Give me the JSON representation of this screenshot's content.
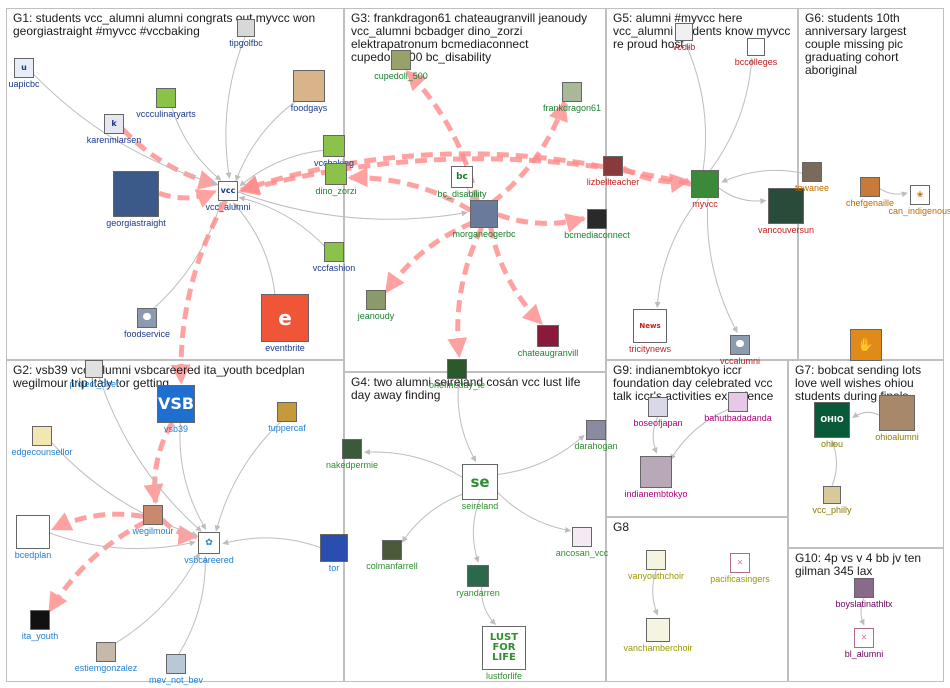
{
  "colors": {
    "edge": "#bdbdbd",
    "edge_strong": "#ff8a8a",
    "box_border": "#bfbfbf",
    "groups": {
      "G1": "#1b3a8a",
      "G2": "#1f7fd1",
      "G3": "#1a7f2f",
      "G4": "#2f8f2f",
      "G5": "#c41e1e",
      "G6": "#c06b00",
      "G7": "#8a7a00",
      "G8": "#9a9a00",
      "G9": "#b0007a",
      "G10": "#6a005f"
    }
  },
  "groups": [
    {
      "id": "G1",
      "title": "G1: students vcc_alumni alumni congrats out myvcc won georgiastraight #myvcc #vccbaking"
    },
    {
      "id": "G2",
      "title": "G2: vsb39 vcc_alumni vsbcareered ita_youth bcedplan wegilmour trip italy tor getting"
    },
    {
      "id": "G3",
      "title": "G3: frankdragon61 chateaugranvill jeanoudy vcc_alumni bcbadger dino_zorzi elektrapatronum bcmediaconnect cupedoll_500 bc_disability"
    },
    {
      "id": "G4",
      "title": "G4: two alumni seireland cosán vcc lust life day away finding"
    },
    {
      "id": "G5",
      "title": "G5: alumni #myvcc here vcc_alumni students know myvcc re proud host"
    },
    {
      "id": "G6",
      "title": "G6: students 10th anniversary largest couple missing pic graduating cohort aboriginal"
    },
    {
      "id": "G7",
      "title": "G7: bobcat sending lots love well wishes ohiou students during finals"
    },
    {
      "id": "G8",
      "title": "G8"
    },
    {
      "id": "G9",
      "title": "G9: indianembtokyo iccr foundation day celebrated vcc talk iccr's activities experience"
    },
    {
      "id": "G10",
      "title": "G10: 4p vs v 4 bb jv ten gilman 345 lax"
    }
  ],
  "nodes": [
    {
      "id": "tipgolfbc",
      "label": "tipgolfbc",
      "group": "G1",
      "icon": "photo-icon",
      "icon_color": "#d8d8d8",
      "mark": ""
    },
    {
      "id": "uapicbc",
      "label": "uapicbc",
      "group": "G1",
      "icon": "logo-icon",
      "icon_color": "#e8eef8",
      "mark": "u"
    },
    {
      "id": "vccculinaryarts",
      "label": "vccculinaryarts",
      "group": "G1",
      "icon": "logo-icon",
      "icon_color": "#8bc34a",
      "mark": ""
    },
    {
      "id": "foodgays",
      "label": "foodgays",
      "group": "G1",
      "icon": "photo-icon",
      "icon_color": "#d9b48a",
      "mark": ""
    },
    {
      "id": "karenmlarsen",
      "label": "karenmlarsen",
      "group": "G1",
      "icon": "logo-icon",
      "icon_color": "#e6e6f0",
      "mark": "k"
    },
    {
      "id": "vccbaking",
      "label": "vccbaking",
      "group": "G1",
      "icon": "logo-icon",
      "icon_color": "#8bc34a",
      "mark": ""
    },
    {
      "id": "georgiastraight",
      "label": "georgiastraight",
      "group": "G1",
      "icon": "photo-icon",
      "icon_color": "#3b5a8a",
      "mark": ""
    },
    {
      "id": "vcc_alumni",
      "label": "vcc_alumni",
      "group": "G1",
      "icon": "logo-icon",
      "icon_color": "#ffffff",
      "mark": "vcc"
    },
    {
      "id": "vccfashion",
      "label": "vccfashion",
      "group": "G1",
      "icon": "logo-icon",
      "icon_color": "#8bc34a",
      "mark": ""
    },
    {
      "id": "foodservice",
      "label": "foodservice",
      "group": "G1",
      "icon": "user-icon",
      "icon_color": "#8a9bb0",
      "mark": ""
    },
    {
      "id": "eventbrite",
      "label": "eventbrite",
      "group": "G1",
      "icon": "logo-icon",
      "icon_color": "#f05537",
      "mark": "e"
    },
    {
      "id": "project_chef",
      "label": "project_chef",
      "group": "G2",
      "icon": "photo-icon",
      "icon_color": "#e0e0e0",
      "mark": ""
    },
    {
      "id": "vsb39",
      "label": "vsb39",
      "group": "G2",
      "icon": "logo-icon",
      "icon_color": "#1f6fd1",
      "mark": "VSB"
    },
    {
      "id": "tuppercaf",
      "label": "tuppercaf",
      "group": "G2",
      "icon": "photo-icon",
      "icon_color": "#c49a3a",
      "mark": ""
    },
    {
      "id": "edgecounsellor",
      "label": "edgecounsellor",
      "group": "G2",
      "icon": "logo-icon",
      "icon_color": "#f3e6b0",
      "mark": ""
    },
    {
      "id": "bcedplan",
      "label": "bcedplan",
      "group": "G2",
      "icon": "logo-icon",
      "icon_color": "#ffffff",
      "mark": ""
    },
    {
      "id": "wegilmour",
      "label": "wegilmour",
      "group": "G2",
      "icon": "photo-icon",
      "icon_color": "#c88a6a",
      "mark": ""
    },
    {
      "id": "vsbcareered",
      "label": "vsbcareered",
      "group": "G2",
      "icon": "logo-icon",
      "icon_color": "#ffffff",
      "mark": "✿"
    },
    {
      "id": "tor",
      "label": "tor",
      "group": "G2",
      "icon": "photo-icon",
      "icon_color": "#2a4db0",
      "mark": ""
    },
    {
      "id": "ita_youth",
      "label": "ita_youth",
      "group": "G2",
      "icon": "logo-icon",
      "icon_color": "#111111",
      "mark": ""
    },
    {
      "id": "estiemgonzalez",
      "label": "estiemgonzalez",
      "group": "G2",
      "icon": "photo-icon",
      "icon_color": "#c8b8a8",
      "mark": ""
    },
    {
      "id": "mev_not_bev",
      "label": "mev_not_bev",
      "group": "G2",
      "icon": "photo-icon",
      "icon_color": "#b8c8d8",
      "mark": ""
    },
    {
      "id": "cupedoll_500",
      "label": "cupedoll_500",
      "group": "G3",
      "icon": "photo-icon",
      "icon_color": "#9aa06a",
      "mark": ""
    },
    {
      "id": "frankdragon61",
      "label": "frankdragon61",
      "group": "G3",
      "icon": "photo-icon",
      "icon_color": "#a8b898",
      "mark": ""
    },
    {
      "id": "dino_zorzi",
      "label": "dino_zorzi",
      "group": "G3",
      "icon": "logo-icon",
      "icon_color": "#8bc34a",
      "mark": ""
    },
    {
      "id": "bc_disability",
      "label": "bc_disability",
      "group": "G3",
      "icon": "logo-icon",
      "icon_color": "#ffffff",
      "mark": "bc"
    },
    {
      "id": "morganeogerbc",
      "label": "morganeogerbc",
      "group": "G3",
      "icon": "photo-icon",
      "icon_color": "#6a7a9a",
      "mark": ""
    },
    {
      "id": "bcmediaconnect",
      "label": "bcmediaconnect",
      "group": "G3",
      "icon": "photo-icon",
      "icon_color": "#2a2a2a",
      "mark": ""
    },
    {
      "id": "jeanoudy",
      "label": "jeanoudy",
      "group": "G3",
      "icon": "photo-icon",
      "icon_color": "#8a9a6a",
      "mark": ""
    },
    {
      "id": "chateaugranvill",
      "label": "chateaugranvill",
      "group": "G3",
      "icon": "logo-icon",
      "icon_color": "#8a1a3a",
      "mark": ""
    },
    {
      "id": "onefineday_ie",
      "label": "onefineday_ie",
      "group": "G4",
      "icon": "photo-icon",
      "icon_color": "#2a5a2a",
      "mark": ""
    },
    {
      "id": "nakedpermie",
      "label": "nakedpermie",
      "group": "G4",
      "icon": "photo-icon",
      "icon_color": "#3a5a3a",
      "mark": ""
    },
    {
      "id": "darahogan",
      "label": "darahogan",
      "group": "G4",
      "icon": "photo-icon",
      "icon_color": "#8a8aa0",
      "mark": ""
    },
    {
      "id": "seireland",
      "label": "seireland",
      "group": "G4",
      "icon": "logo-icon",
      "icon_color": "#ffffff",
      "mark": "se"
    },
    {
      "id": "ancosan_vcc",
      "label": "ancosan_vcc",
      "group": "G4",
      "icon": "logo-icon",
      "icon_color": "#f4eaf4",
      "mark": ""
    },
    {
      "id": "colmanfarrell",
      "label": "colmanfarrell",
      "group": "G4",
      "icon": "photo-icon",
      "icon_color": "#4a5a3a",
      "mark": ""
    },
    {
      "id": "ryandarren",
      "label": "ryandarren",
      "group": "G4",
      "icon": "photo-icon",
      "icon_color": "#2a6a4a",
      "mark": ""
    },
    {
      "id": "lustforlife",
      "label": "lustforlife",
      "group": "G4",
      "icon": "logo-icon",
      "icon_color": "#ffffff",
      "mark": "LUST FOR LIFE"
    },
    {
      "id": "vcclib",
      "label": "vcclib",
      "group": "G5",
      "icon": "logo-icon",
      "icon_color": "#f0f0f0",
      "mark": ""
    },
    {
      "id": "bccolleges",
      "label": "bccolleges",
      "group": "G5",
      "icon": "logo-icon",
      "icon_color": "#ffffff",
      "mark": ""
    },
    {
      "id": "lizbellteacher",
      "label": "lizbellteacher",
      "group": "G5",
      "icon": "photo-icon",
      "icon_color": "#8a3a3a",
      "mark": ""
    },
    {
      "id": "myvcc",
      "label": "myvcc",
      "group": "G5",
      "icon": "logo-icon",
      "icon_color": "#3a8a3a",
      "mark": ""
    },
    {
      "id": "vancouversun",
      "label": "vancouversun",
      "group": "G5",
      "icon": "logo-icon",
      "icon_color": "#2a4a3a",
      "mark": ""
    },
    {
      "id": "tricitynews",
      "label": "tricitynews",
      "group": "G5",
      "icon": "logo-icon",
      "icon_color": "#ffffff",
      "mark": "News"
    },
    {
      "id": "vccalumni",
      "label": "vccalumni",
      "group": "G5",
      "icon": "user-icon",
      "icon_color": "#8a9bb0",
      "mark": ""
    },
    {
      "id": "tewanee",
      "label": "tewanee",
      "group": "G6",
      "icon": "photo-icon",
      "icon_color": "#7a6a5a",
      "mark": ""
    },
    {
      "id": "chefgenaille",
      "label": "chefgenaille",
      "group": "G6",
      "icon": "photo-icon",
      "icon_color": "#c87a3a",
      "mark": ""
    },
    {
      "id": "can_indigenous",
      "label": "can_indigenous",
      "group": "G6",
      "icon": "logo-icon",
      "icon_color": "#ffffff",
      "mark": "❀"
    },
    {
      "id": "g6_hands",
      "label": "",
      "group": "G6",
      "icon": "logo-icon",
      "icon_color": "#e08a1a",
      "mark": "✋"
    },
    {
      "id": "ohiou",
      "label": "ohiou",
      "group": "G7",
      "icon": "logo-icon",
      "icon_color": "#0a5a3a",
      "mark": "OHIO"
    },
    {
      "id": "ohioalumni",
      "label": "ohioalumni",
      "group": "G7",
      "icon": "photo-icon",
      "icon_color": "#a8886a",
      "mark": ""
    },
    {
      "id": "vcc_philly",
      "label": "vcc_philly",
      "group": "G7",
      "icon": "photo-icon",
      "icon_color": "#d8c89a",
      "mark": ""
    },
    {
      "id": "vanyouthchoir",
      "label": "vanyouthchoir",
      "group": "G8",
      "icon": "logo-icon",
      "icon_color": "#f4f4e0",
      "mark": ""
    },
    {
      "id": "pacificasingers",
      "label": "pacificasingers",
      "group": "G8",
      "icon": "broken-image-icon",
      "icon_color": "#ffffff",
      "mark": "✕"
    },
    {
      "id": "vanchamberchoir",
      "label": "vanchamberchoir",
      "group": "G8",
      "icon": "logo-icon",
      "icon_color": "#f4f4e0",
      "mark": ""
    },
    {
      "id": "boseofjapan",
      "label": "boseofjapan",
      "group": "G9",
      "icon": "photo-icon",
      "icon_color": "#d8d8e8",
      "mark": ""
    },
    {
      "id": "bahutbadadanda",
      "label": "bahutbadadanda",
      "group": "G9",
      "icon": "logo-icon",
      "icon_color": "#e8c8e8",
      "mark": ""
    },
    {
      "id": "indianembtokyo",
      "label": "indianembtokyo",
      "group": "G9",
      "icon": "photo-icon",
      "icon_color": "#b8a8b8",
      "mark": ""
    },
    {
      "id": "boyslatinathltx",
      "label": "boyslatinathltx",
      "group": "G10",
      "icon": "photo-icon",
      "icon_color": "#8a6a8a",
      "mark": ""
    },
    {
      "id": "bl_alumni",
      "label": "bl_alumni",
      "group": "G10",
      "icon": "broken-image-icon",
      "icon_color": "#ffffff",
      "mark": "✕"
    }
  ],
  "edges": [
    {
      "from": "georgiastraight",
      "to": "vcc_alumni",
      "strong": true
    },
    {
      "from": "karenmlarsen",
      "to": "vcc_alumni",
      "strong": true
    },
    {
      "from": "vccculinaryarts",
      "to": "vcc_alumni",
      "strong": false
    },
    {
      "from": "foodgays",
      "to": "vcc_alumni",
      "strong": false
    },
    {
      "from": "vccbaking",
      "to": "vcc_alumni",
      "strong": false
    },
    {
      "from": "vccfashion",
      "to": "vcc_alumni",
      "strong": false
    },
    {
      "from": "uapicbc",
      "to": "vcc_alumni",
      "strong": false
    },
    {
      "from": "tipgolfbc",
      "to": "vcc_alumni",
      "strong": false
    },
    {
      "from": "foodservice",
      "to": "vcc_alumni",
      "strong": false
    },
    {
      "from": "eventbrite",
      "to": "vcc_alumni",
      "strong": false
    },
    {
      "from": "myvcc",
      "to": "vcc_alumni",
      "strong": true
    },
    {
      "from": "lizbellteacher",
      "to": "vcc_alumni",
      "strong": true
    },
    {
      "from": "vcc_alumni",
      "to": "vsb39",
      "strong": true
    },
    {
      "from": "vsb39",
      "to": "wegilmour",
      "strong": true
    },
    {
      "from": "wegilmour",
      "to": "bcedplan",
      "strong": true
    },
    {
      "from": "wegilmour",
      "to": "vsbcareered",
      "strong": true
    },
    {
      "from": "wegilmour",
      "to": "ita_youth",
      "strong": true
    },
    {
      "from": "vsb39",
      "to": "vsbcareered",
      "strong": false
    },
    {
      "from": "edgecounsellor",
      "to": "vsbcareered",
      "strong": false
    },
    {
      "from": "bcedplan",
      "to": "vsbcareered",
      "strong": false
    },
    {
      "from": "mev_not_bev",
      "to": "vsbcareered",
      "strong": false
    },
    {
      "from": "estiemgonzalez",
      "to": "vsbcareered",
      "strong": false
    },
    {
      "from": "tuppercaf",
      "to": "vsbcareered",
      "strong": false
    },
    {
      "from": "project_chef",
      "to": "vsbcareered",
      "strong": false
    },
    {
      "from": "tor",
      "to": "vsbcareered",
      "strong": false
    },
    {
      "from": "morganeogerbc",
      "to": "cupedoll_500",
      "strong": true
    },
    {
      "from": "morganeogerbc",
      "to": "frankdragon61",
      "strong": true
    },
    {
      "from": "morganeogerbc",
      "to": "jeanoudy",
      "strong": true
    },
    {
      "from": "morganeogerbc",
      "to": "chateaugranvill",
      "strong": true
    },
    {
      "from": "morganeogerbc",
      "to": "bcmediaconnect",
      "strong": true
    },
    {
      "from": "morganeogerbc",
      "to": "dino_zorzi",
      "strong": true
    },
    {
      "from": "bc_disability",
      "to": "morganeogerbc",
      "strong": false
    },
    {
      "from": "morganeogerbc",
      "to": "onefineday_ie",
      "strong": true
    },
    {
      "from": "vcc_alumni",
      "to": "morganeogerbc",
      "strong": false
    },
    {
      "from": "seireland",
      "to": "ryandarren",
      "strong": false
    },
    {
      "from": "seireland",
      "to": "colmanfarrell",
      "strong": false
    },
    {
      "from": "seireland",
      "to": "nakedpermie",
      "strong": false
    },
    {
      "from": "seireland",
      "to": "darahogan",
      "strong": false
    },
    {
      "from": "seireland",
      "to": "ancosan_vcc",
      "strong": false
    },
    {
      "from": "ryandarren",
      "to": "lustforlife",
      "strong": false
    },
    {
      "from": "onefineday_ie",
      "to": "seireland",
      "strong": false
    },
    {
      "from": "myvcc",
      "to": "vcclib",
      "strong": false
    },
    {
      "from": "myvcc",
      "to": "bccolleges",
      "strong": false
    },
    {
      "from": "myvcc",
      "to": "tricitynews",
      "strong": false
    },
    {
      "from": "myvcc",
      "to": "vccalumni",
      "strong": false
    },
    {
      "from": "myvcc",
      "to": "vancouversun",
      "strong": false
    },
    {
      "from": "lizbellteacher",
      "to": "myvcc",
      "strong": true
    },
    {
      "from": "tewanee",
      "to": "myvcc",
      "strong": false
    },
    {
      "from": "chefgenaille",
      "to": "can_indigenous",
      "strong": false
    },
    {
      "from": "ohioalumni",
      "to": "ohiou",
      "strong": false
    },
    {
      "from": "vcc_philly",
      "to": "ohiou",
      "strong": false
    },
    {
      "from": "boseofjapan",
      "to": "indianembtokyo",
      "strong": false
    },
    {
      "from": "bahutbadadanda",
      "to": "indianembtokyo",
      "strong": false
    },
    {
      "from": "boyslatinathltx",
      "to": "bl_alumni",
      "strong": false
    },
    {
      "from": "vanyouthchoir",
      "to": "vanchamberchoir",
      "strong": false
    }
  ]
}
